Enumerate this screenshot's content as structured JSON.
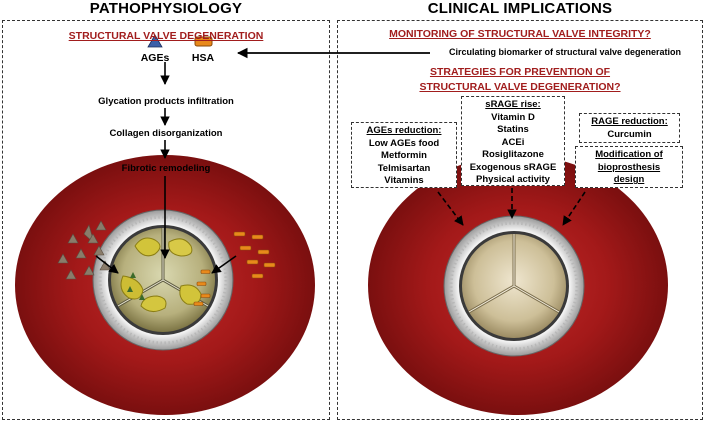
{
  "left_panel": {
    "header": "PATHOPHYSIOLOGY",
    "title": "STRUCTURAL VALVE DEGENERATION",
    "legend_ages": "AGEs",
    "legend_hsa": "HSA",
    "steps": [
      "Glycation products infiltration",
      "Collagen disorganization",
      "Fibrotic remodeling"
    ]
  },
  "right_panel": {
    "header": "CLINICAL IMPLICATIONS",
    "monitoring_title": "MONITORING OF  STRUCTURAL VALVE INTEGRITY?",
    "monitoring_text": "Circulating biomarker of structural valve degeneration",
    "strategies_title_1": "STRATEGIES FOR PREVENTION OF",
    "strategies_title_2": "STRUCTURAL VALVE DEGENERATION?",
    "ages_reduction": {
      "title": "AGEs reduction:",
      "items": [
        "Low AGEs food",
        "Metformin",
        "Telmisartan",
        "Vitamins"
      ]
    },
    "srage_rise": {
      "title": "sRAGE rise:",
      "items": [
        "Vitamin D",
        "Statins",
        "ACEi",
        "Rosiglitazone",
        "Exogenous sRAGE",
        "Physical activity"
      ]
    },
    "rage_reduction": {
      "title": "RAGE reduction:",
      "items": [
        "Curcumin"
      ]
    },
    "modification": {
      "line1": "Modification of",
      "line2": "bioprosthesis",
      "line3": "design"
    }
  },
  "colors": {
    "accent_red": "#a11d1d",
    "tissue_red": "#a01818",
    "ages_triangle": "#3b5fa8",
    "hsa_orange": "#e8891b"
  }
}
